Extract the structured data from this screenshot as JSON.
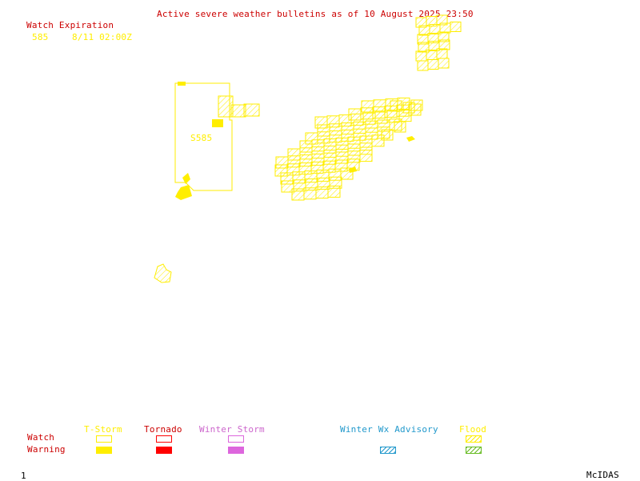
{
  "header": {
    "title": "Active severe weather bulletins as of 10 August 2025 23:50",
    "watch_expiration_label": "Watch Expiration",
    "watch_number": "585",
    "watch_expires": "8/11 02:00Z"
  },
  "map": {
    "watch_box_label": "S585"
  },
  "legend": {
    "row_watch": "Watch",
    "row_warning": "Warning",
    "columns": [
      {
        "label": "T-Storm",
        "color": "#ffee00"
      },
      {
        "label": "Tornado",
        "color": "#ff0000"
      },
      {
        "label": "Winter Storm",
        "color": "#dd66dd"
      },
      {
        "label": "Winter Wx Advisory",
        "color": "#2299cc"
      },
      {
        "label": "Flood",
        "color": "#ddcc00"
      }
    ]
  },
  "footer": {
    "frame_number": "1",
    "software": "McIDAS"
  },
  "colors": {
    "alert_yellow": "#ffee00",
    "title_red": "#cc0000",
    "tornado_red": "#ff0000",
    "winter_storm_magenta": "#dd66dd",
    "winter_advisory_blue": "#2299cc",
    "flood_green": "#66bb22",
    "background": "#ffffff"
  }
}
